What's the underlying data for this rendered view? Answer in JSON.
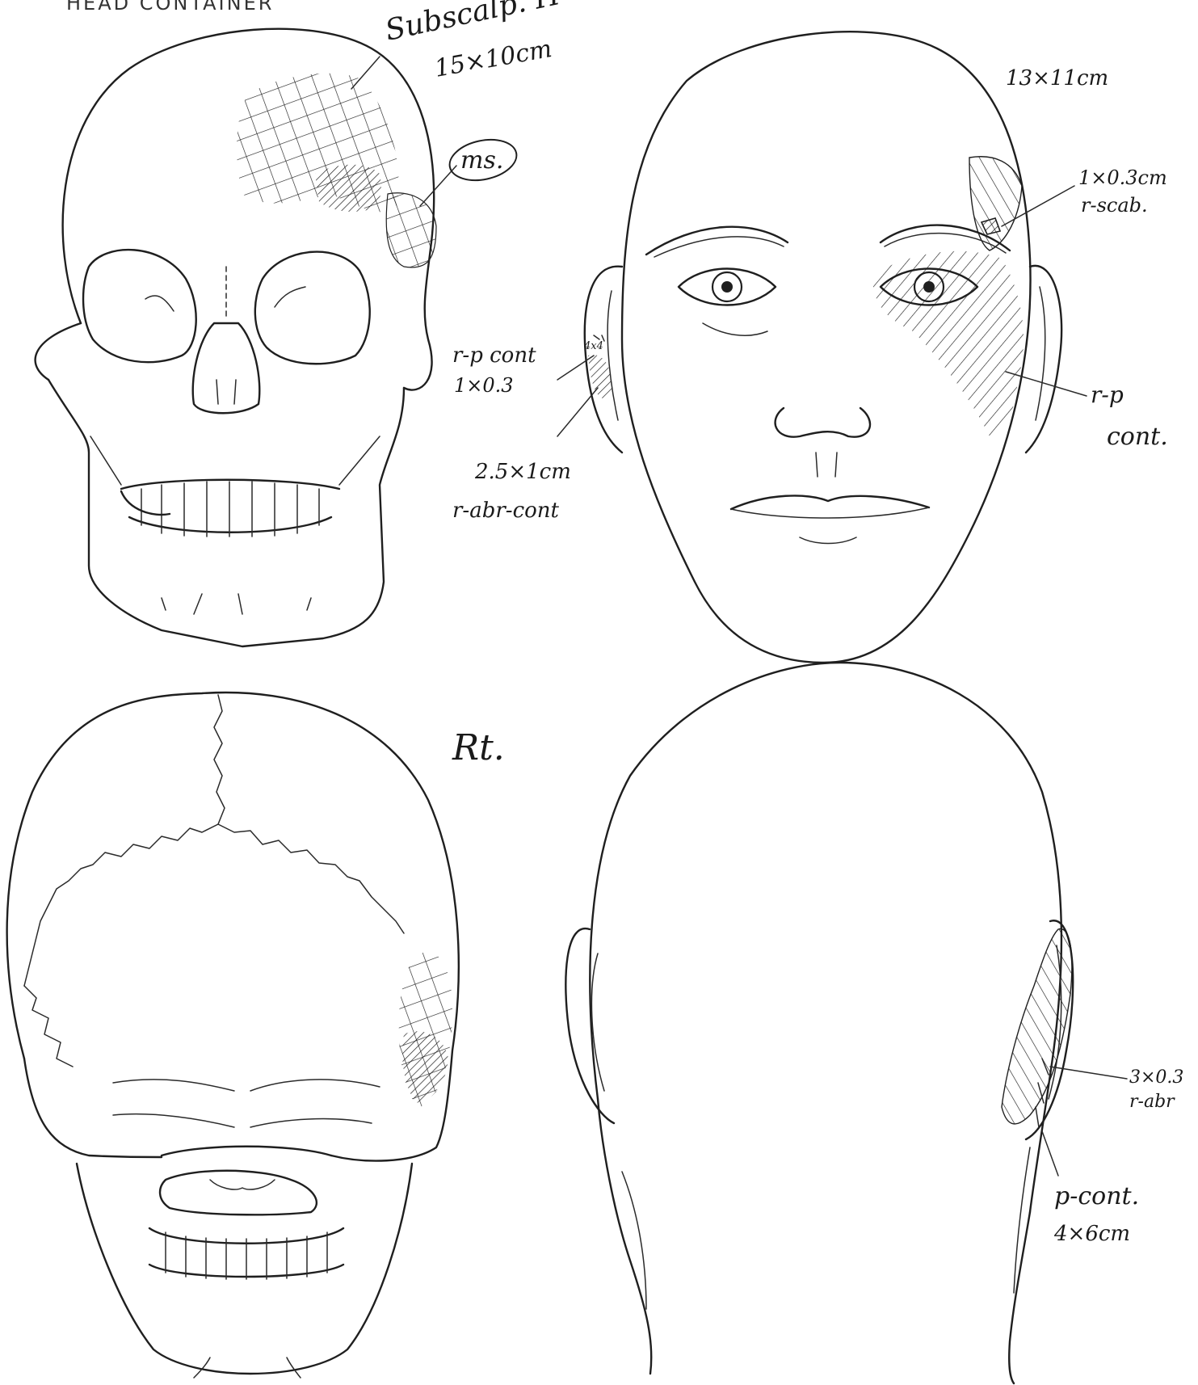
{
  "header_text": "HEAD  CONTAINER",
  "colors": {
    "ink": "#1f1f1f",
    "paper": "#ffffff"
  },
  "annotations": {
    "subscalp_hemorrhage": "Subscalp. H",
    "subscalp_size": "15×10cm",
    "muscle_label": "ms.",
    "forehead_size": "13×11cm",
    "scab_size": "1×0.3cm",
    "scab_label": "r-scab.",
    "ear_contusion_label": "r-p cont",
    "ear_contusion_size": "1×0.3",
    "ear_small_mark": "4x4",
    "ear_abrasion_size": "2.5×1cm",
    "ear_abrasion_label": "r-abr-cont",
    "cheek_contusion_label": "r-p",
    "cheek_contusion_label_2": "cont.",
    "side_label": "Rt.",
    "back_ear_size": "3×0.3",
    "back_ear_label": "r-abr",
    "back_contusion_label": "p-cont.",
    "back_contusion_size": "4×6cm"
  },
  "figures": {
    "skull_front": "skull anterior view",
    "face_front": "face anterior view",
    "skull_back": "skull posterior view",
    "head_back": "head posterior view"
  }
}
